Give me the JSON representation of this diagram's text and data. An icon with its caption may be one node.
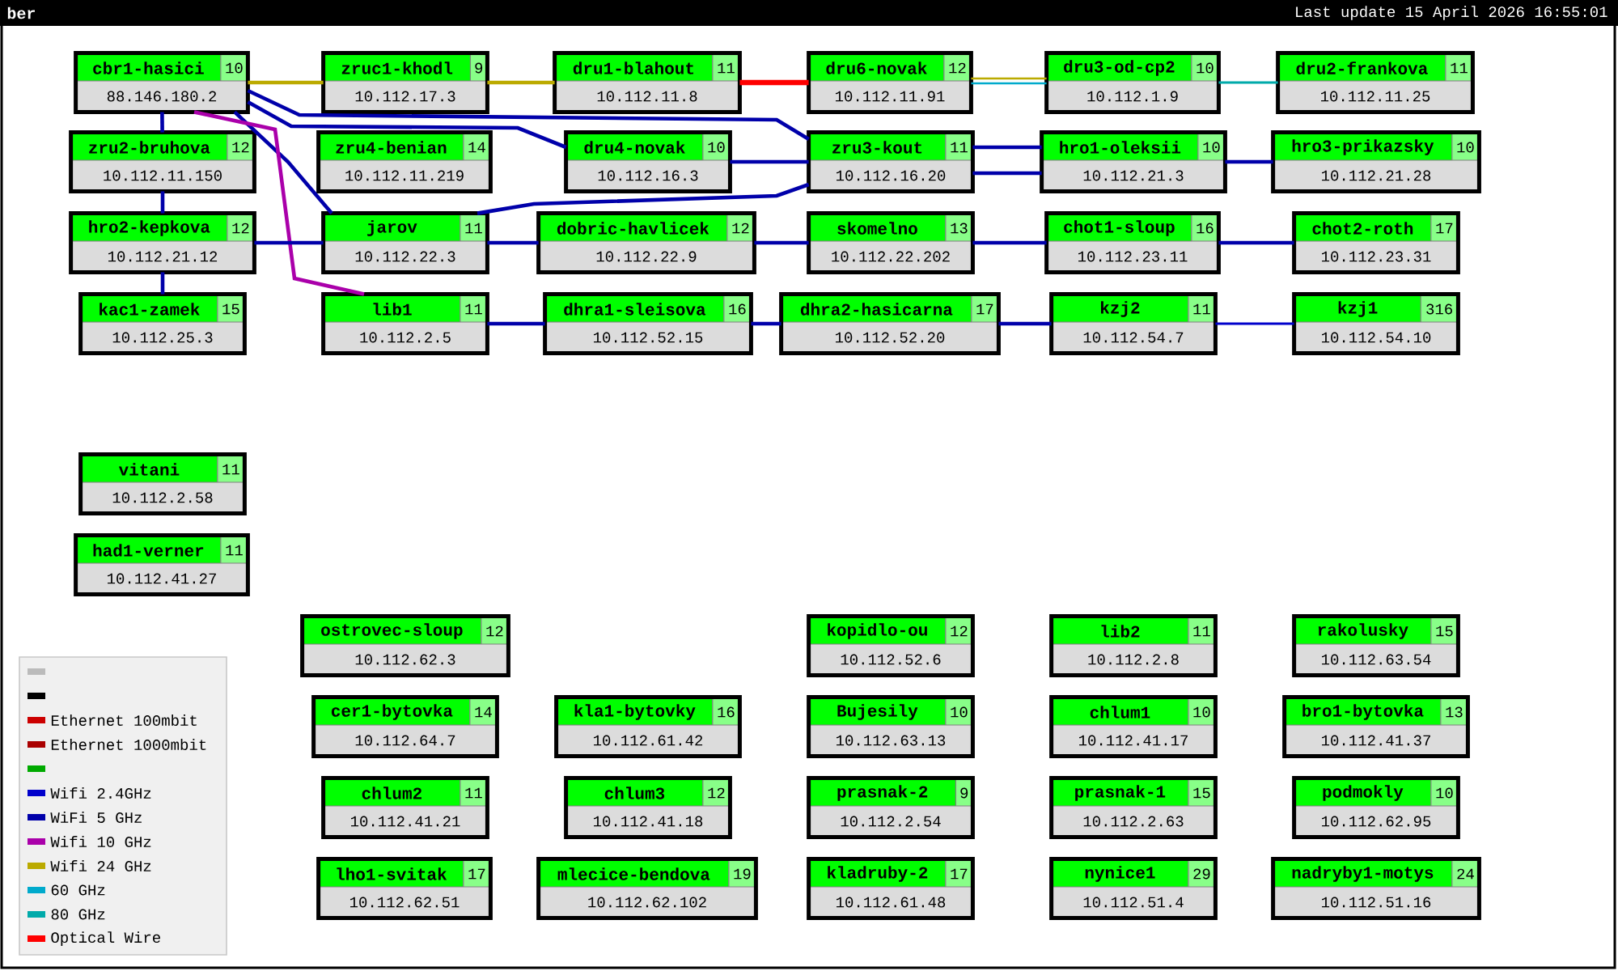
{
  "diagram": {
    "title": "ber",
    "nodes": [
      {
        "text": [
          "cbr1-hasici",
          "10",
          "88.146.180.2"
        ]
      },
      {
        "text": [
          "zruc1-khodl",
          "9",
          "10.112.17.3"
        ]
      },
      {
        "text": [
          "dru1-blahout",
          "11",
          "10.112.11.8"
        ]
      },
      {
        "text": [
          "dru6-novak",
          "12",
          "10.112.11.91"
        ]
      },
      {
        "text": [
          "dru3-od-cp2",
          "10",
          "10.112.1.9"
        ]
      },
      {
        "text": [
          "dru2-frankova",
          "11",
          "10.112.11.25"
        ]
      },
      {
        "text": [
          "zru2-bruhova",
          "12",
          "10.112.11.150"
        ]
      },
      {
        "text": [
          "zru4-benian",
          "14",
          "10.112.11.219"
        ]
      },
      {
        "text": [
          "dru4-novak",
          "10",
          "10.112.16.3"
        ]
      },
      {
        "text": [
          "zru3-kout",
          "11",
          "10.112.16.20"
        ]
      },
      {
        "text": [
          "hro1-oleksii",
          "10",
          "10.112.21.3"
        ]
      },
      {
        "text": [
          "hro3-prikazsky",
          "10",
          "10.112.21.28"
        ]
      },
      {
        "text": [
          "hro2-kepkova",
          "12",
          "10.112.21.12"
        ]
      },
      {
        "text": [
          "jarov",
          "11",
          "10.112.22.3"
        ]
      },
      {
        "text": [
          "dobric-havlicek",
          "12",
          "10.112.22.9"
        ]
      },
      {
        "text": [
          "skomelno",
          "13",
          "10.112.22.202"
        ]
      },
      {
        "text": [
          "chot1-sloup",
          "16",
          "10.112.23.11"
        ]
      },
      {
        "text": [
          "chot2-roth",
          "17",
          "10.112.23.31"
        ]
      },
      {
        "text": [
          "kac1-zamek",
          "15",
          "10.112.25.3"
        ]
      },
      {
        "text": [
          "lib1",
          "11",
          "10.112.2.5"
        ]
      },
      {
        "text": [
          "dhra1-sleisova",
          "16",
          "10.112.52.15"
        ]
      },
      {
        "text": [
          "dhra2-hasicarna",
          "17",
          "10.112.52.20"
        ]
      },
      {
        "text": [
          "kzj2",
          "11",
          "10.112.54.7"
        ]
      },
      {
        "text": [
          "kzj1",
          "316",
          "10.112.54.10"
        ]
      },
      {
        "text": [
          "vitani",
          "11",
          "10.112.2.58"
        ]
      },
      {
        "text": [
          "had1-verner",
          "11",
          "10.112.41.27"
        ]
      },
      {
        "text": [
          "ostrovec-sloup",
          "12",
          "10.112.62.3"
        ]
      },
      {
        "text": [
          "kopidlo-ou",
          "12",
          "10.112.52.6"
        ]
      },
      {
        "text": [
          "lib2",
          "11",
          "10.112.2.8"
        ]
      },
      {
        "text": [
          "rakolusky",
          "15",
          "10.112.63.54"
        ]
      },
      {
        "text": [
          "cer1-bytovka",
          "14",
          "10.112.64.7"
        ]
      },
      {
        "text": [
          "kla1-bytovky",
          "16",
          "10.112.61.42"
        ]
      },
      {
        "text": [
          "Bujesily",
          "10",
          "10.112.63.13"
        ]
      },
      {
        "text": [
          "chlum1",
          "10",
          "10.112.41.17"
        ]
      },
      {
        "text": [
          "bro1-bytovka",
          "13",
          "10.112.41.37"
        ]
      },
      {
        "text": [
          "chlum2",
          "11",
          "10.112.41.21"
        ]
      },
      {
        "text": [
          "chlum3",
          "12",
          "10.112.41.18"
        ]
      },
      {
        "text": [
          "prasnak-2",
          "9",
          "10.112.2.54"
        ]
      },
      {
        "text": [
          "prasnak-1",
          "15",
          "10.112.2.63"
        ]
      },
      {
        "text": [
          "podmokly",
          "10",
          "10.112.62.95"
        ]
      },
      {
        "text": [
          "lho1-svitak",
          "17",
          "10.112.62.51"
        ]
      },
      {
        "text": [
          "mlecice-bendova",
          "19",
          "10.112.62.102"
        ]
      },
      {
        "text": [
          "kladruby-2",
          "17",
          "10.112.61.48"
        ]
      },
      {
        "text": [
          "nynice1",
          "29",
          "10.112.51.4"
        ]
      },
      {
        "text": [
          "nadryby1-motys",
          "24",
          "10.112.51.16"
        ]
      }
    ],
    "edges": [
      {
        "from": 0,
        "to": 1,
        "arrow": "none",
        "color": "#bbaa00"
      },
      {
        "from": 1,
        "to": 2,
        "arrow": "none",
        "color": "#bbaa00"
      },
      {
        "from": 2,
        "to": 3,
        "arrow": "none",
        "color": "#ff0000"
      },
      {
        "from": 3,
        "to": 4,
        "arrow": "none",
        "color": "#bbaa00"
      },
      {
        "from": 3,
        "to": 4,
        "arrow": "none",
        "color": "#00aacc"
      },
      {
        "from": 4,
        "to": 5,
        "arrow": "none",
        "color": "#00aaaa"
      },
      {
        "from": 0,
        "to": 9,
        "arrow": "none"
      },
      {
        "from": 0,
        "to": 8,
        "arrow": "none"
      },
      {
        "from": 0,
        "to": 6,
        "arrow": "none"
      },
      {
        "from": 0,
        "to": 13,
        "arrow": "none"
      },
      {
        "from": 0,
        "to": 19,
        "arrow": "none",
        "color": "#aa00aa"
      },
      {
        "from": 6,
        "to": 12,
        "arrow": "none"
      },
      {
        "from": 12,
        "to": 18,
        "arrow": "none"
      },
      {
        "from": 12,
        "to": 13,
        "arrow": "none"
      },
      {
        "from": 13,
        "to": 9,
        "arrow": "none"
      },
      {
        "from": 13,
        "to": 14,
        "arrow": "none"
      },
      {
        "from": 8,
        "to": 9,
        "arrow": "none"
      },
      {
        "from": 9,
        "to": 10,
        "arrow": "none"
      },
      {
        "from": 9,
        "to": 10,
        "arrow": "none"
      },
      {
        "from": 10,
        "to": 11,
        "arrow": "none"
      },
      {
        "from": 14,
        "to": 15,
        "arrow": "none"
      },
      {
        "from": 15,
        "to": 16,
        "arrow": "none"
      },
      {
        "from": 16,
        "to": 17,
        "arrow": "none"
      },
      {
        "from": 19,
        "to": 20,
        "arrow": "none"
      },
      {
        "from": 20,
        "to": 21,
        "arrow": "none"
      },
      {
        "from": 21,
        "to": 22,
        "arrow": "none"
      },
      {
        "from": 22,
        "to": 23,
        "arrow": "none",
        "color": "#0000cc"
      }
    ],
    "labels": [
      "Last update 15 April 2026 16:55:01"
    ],
    "legend": [
      {
        "text": "Ethernet 100mbit",
        "color": "#cc0000"
      },
      {
        "text": "Ethernet 1000mbit",
        "color": "#aa0000"
      },
      {
        "text": "Wifi 2.4GHz",
        "color": "#0000cc"
      },
      {
        "text": "WiFi 5 GHz",
        "color": "#0000aa"
      },
      {
        "text": "Wifi 10 GHz",
        "color": "#aa00aa"
      },
      {
        "text": "Wifi 24 GHz",
        "color": "#bbaa00"
      },
      {
        "text": "60 GHz",
        "color": "#00aacc"
      },
      {
        "text": "80 GHz",
        "color": "#00aaaa"
      },
      {
        "text": "Optical Wire",
        "color": "#ff0000"
      }
    ]
  }
}
